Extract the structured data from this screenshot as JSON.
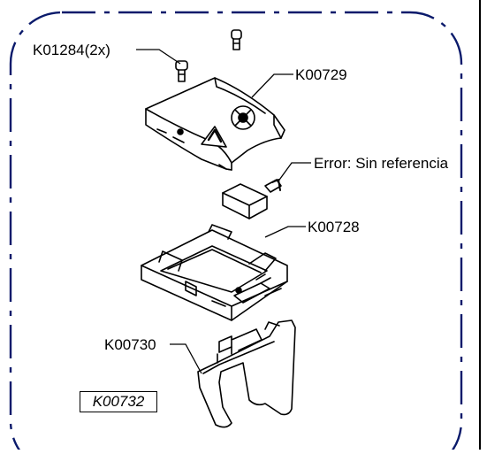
{
  "labels": {
    "k01284": "K01284(2x)",
    "k00729": "K00729",
    "error_ref": "Error: Sin referencia",
    "k00728": "K00728",
    "k00730": "K00730"
  },
  "reference_box": "K00732",
  "colors": {
    "line": "#000000",
    "frame": "#0a1a6b",
    "background": "#ffffff"
  }
}
